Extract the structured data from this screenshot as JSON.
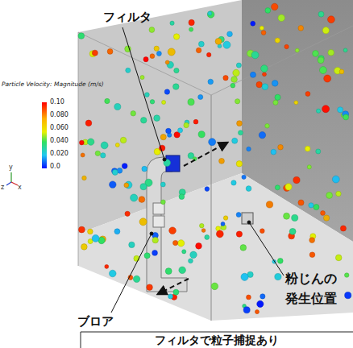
{
  "diagram": {
    "caption": "フィルタで粒子捕捉あり",
    "labels": [
      "フィルタ",
      "Particle Velocity: Magnitude (m/s)",
      "0.10",
      "0.080",
      "0.060",
      "0.040",
      "0.020",
      "0.0",
      "粉じんの 発生位置",
      "ブロア",
      "y",
      "z",
      "x"
    ]
  }
}
